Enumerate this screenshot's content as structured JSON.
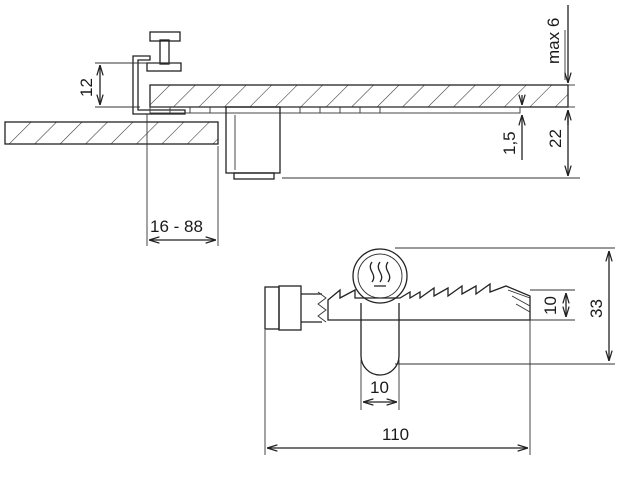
{
  "labels": {
    "max_gap": "max 6",
    "clamp_height": "12",
    "thickness_small": "1,5",
    "height_total": "22",
    "range": "16 - 88",
    "rack_height": "10",
    "overall_height": "33",
    "cylinder_width": "10",
    "overall_length": "110"
  }
}
